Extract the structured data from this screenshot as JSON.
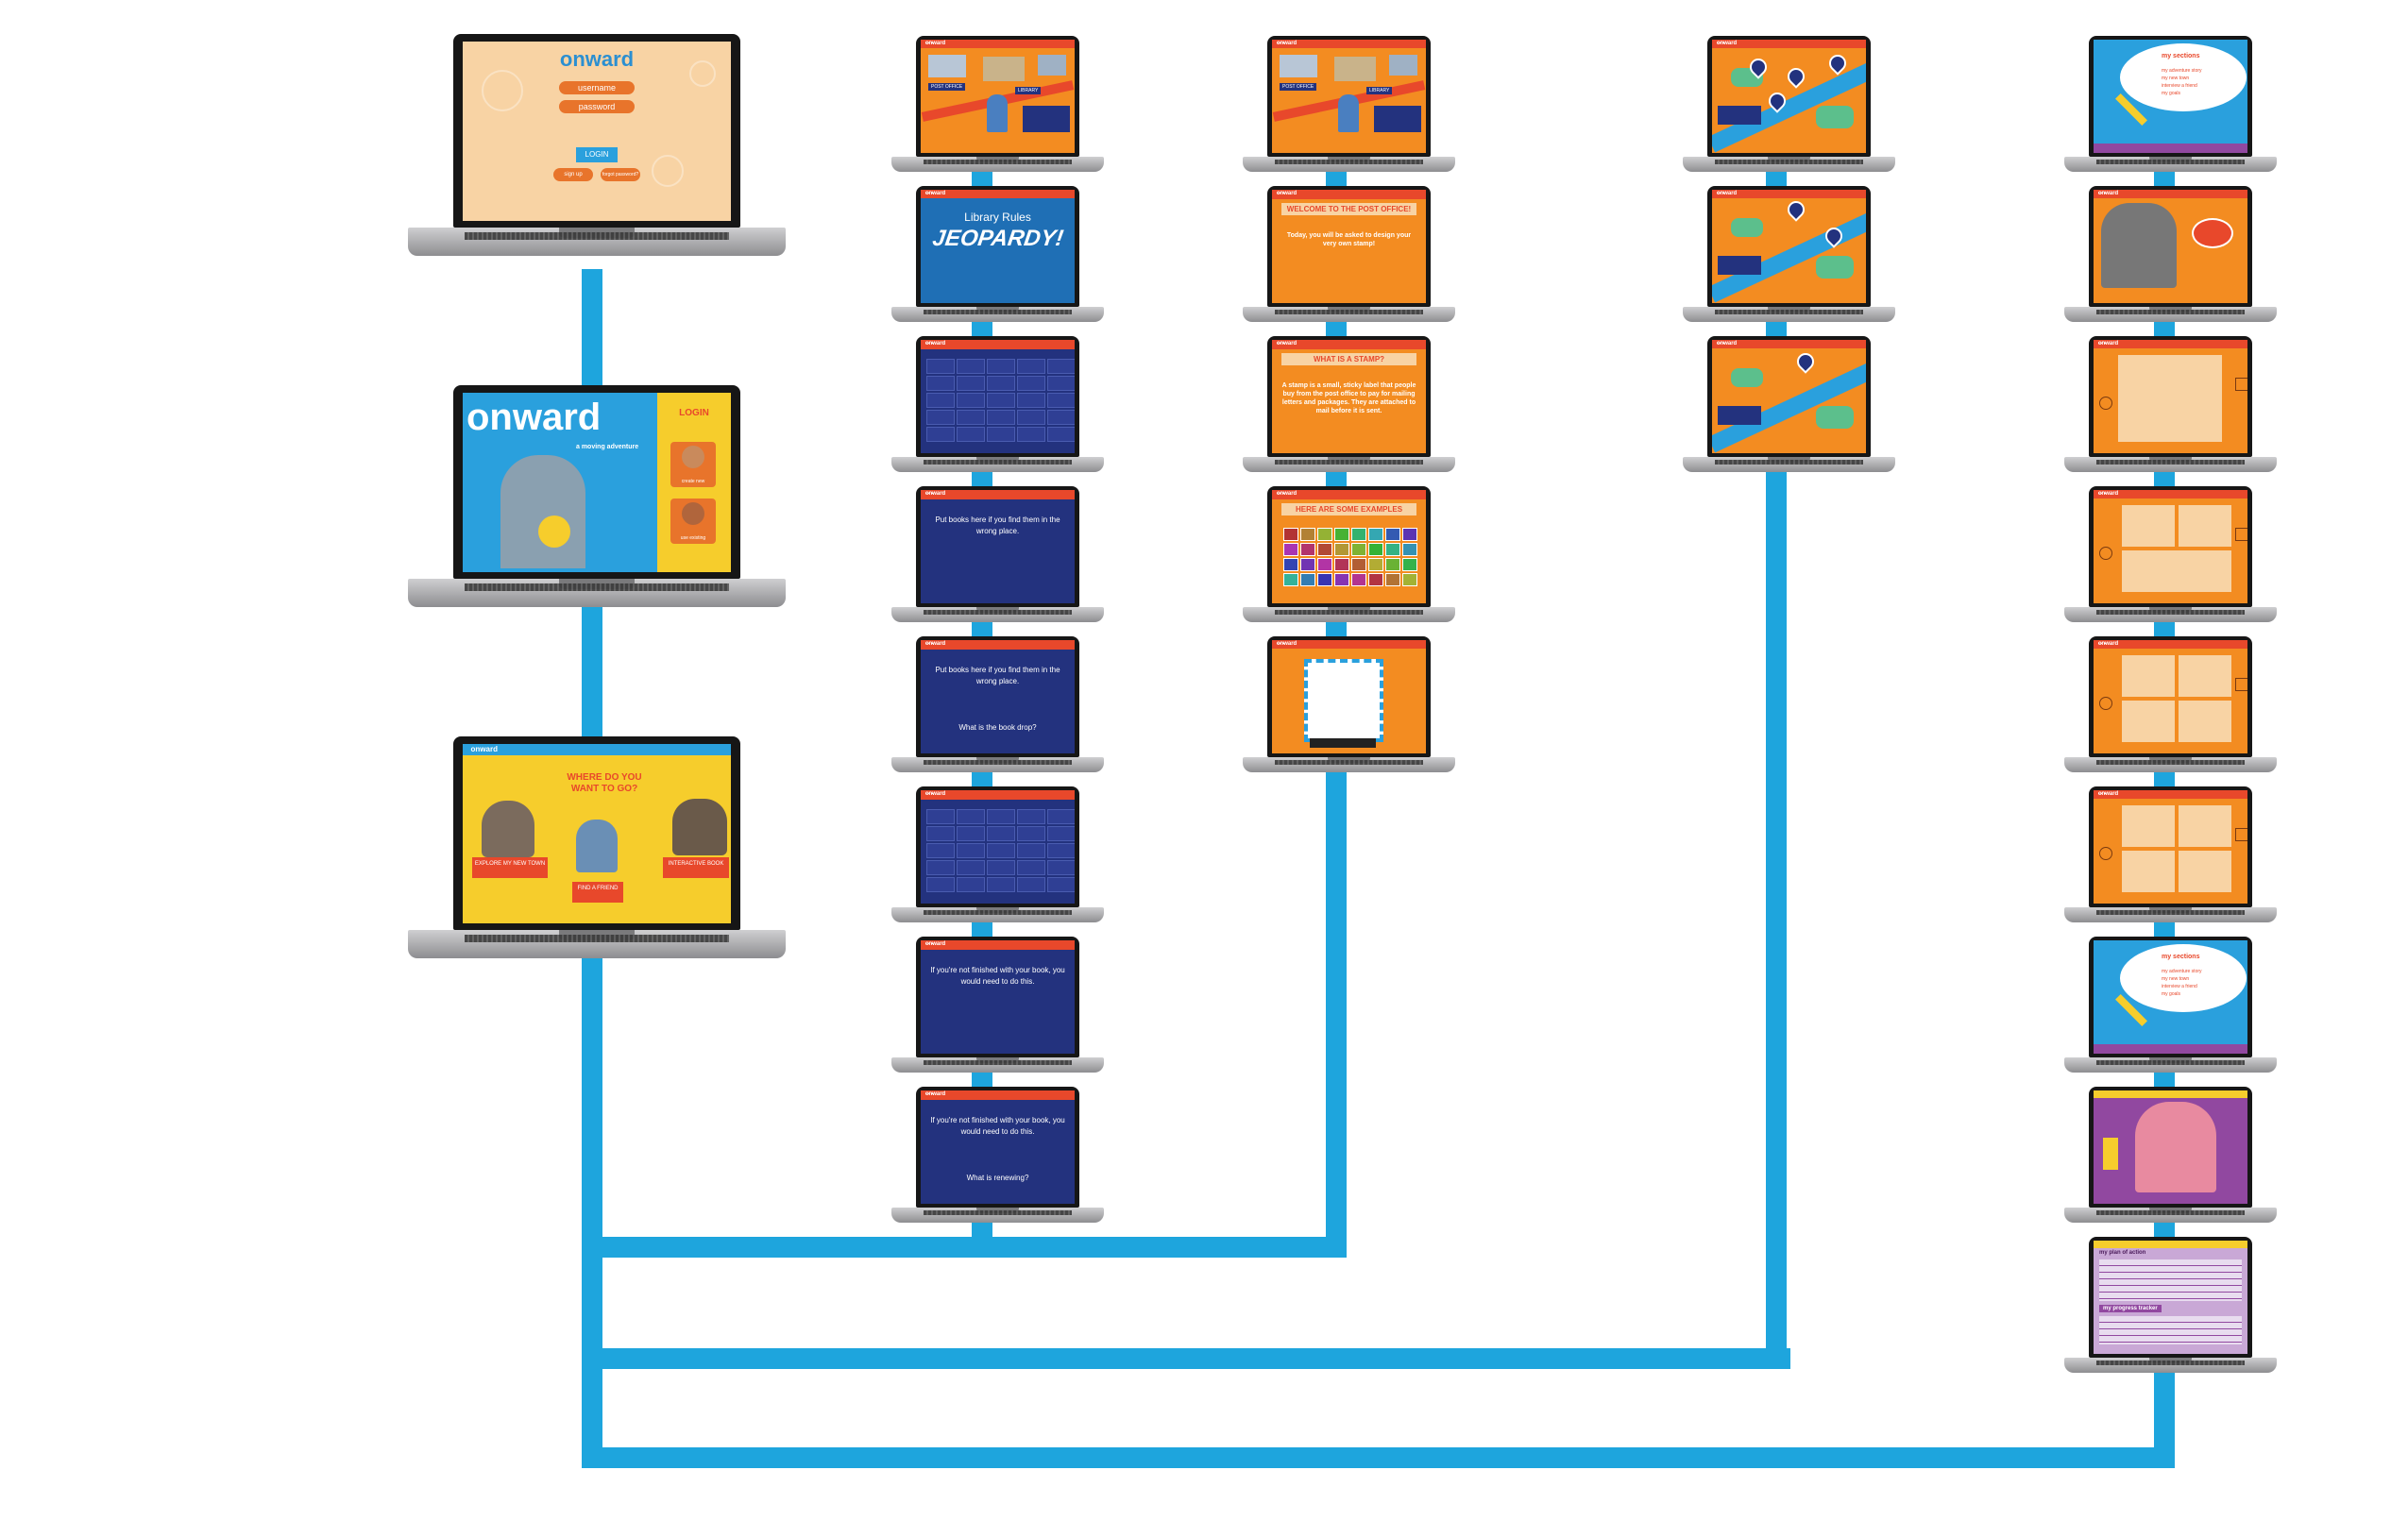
{
  "colors": {
    "connector": "#1ea5dd",
    "bar_red": "#e8482b",
    "orange": "#f38c21",
    "navy": "#23327e",
    "yellow": "#f6cd2c",
    "peach": "#f8d3a4",
    "sky": "#2aa0dd",
    "purple": "#9148a0"
  },
  "login_screen": {
    "logo": "onward",
    "username_placeholder": "username",
    "password_placeholder": "password",
    "login_button": "LOGIN",
    "signup_link": "sign up",
    "forgot_link": "forgot password?"
  },
  "landing_screen": {
    "logo": "onward",
    "tagline": "a moving adventure",
    "login_heading": "LOGIN",
    "option_1": "create new",
    "option_2": "use existing"
  },
  "menu_screen": {
    "logo": "onward",
    "question": "WHERE DO YOU WANT TO GO?",
    "choices": [
      "EXPLORE MY NEW TOWN",
      "FIND A FRIEND",
      "INTERACTIVE BOOK"
    ]
  },
  "library_column": {
    "town_labels": [
      "POST OFFICE",
      "LIBRARY"
    ],
    "jeopardy_title": "Library Rules",
    "jeopardy_logo": "JEOPARDY!",
    "clue_1": "Put books here if you find them in the wrong place.",
    "answer_1": "What is the book drop?",
    "clue_2": "If you're not finished with your book, you would need to do this.",
    "answer_2": "What is renewing?"
  },
  "post_office_column": {
    "town_labels": [
      "POST OFFICE",
      "LIBRARY"
    ],
    "welcome_title": "WELCOME TO THE POST OFFICE!",
    "welcome_body": "Today, you will be asked to design your very own stamp!",
    "stamp_title": "WHAT IS A STAMP?",
    "stamp_body": "A stamp is a small, sticky label that people buy from the post office to pay for mailing letters and packages. They are attached to mail before it is sent.",
    "examples_title": "HERE ARE SOME EXAMPLES"
  },
  "map_column": {
    "logo": "onward"
  },
  "book_column": {
    "sections_title": "my sections",
    "sections_items": [
      "my adventure story",
      "my new town",
      "interview a friend",
      "my goals"
    ],
    "plan_title": "my plan of action",
    "progress_title": "my progress tracker"
  }
}
